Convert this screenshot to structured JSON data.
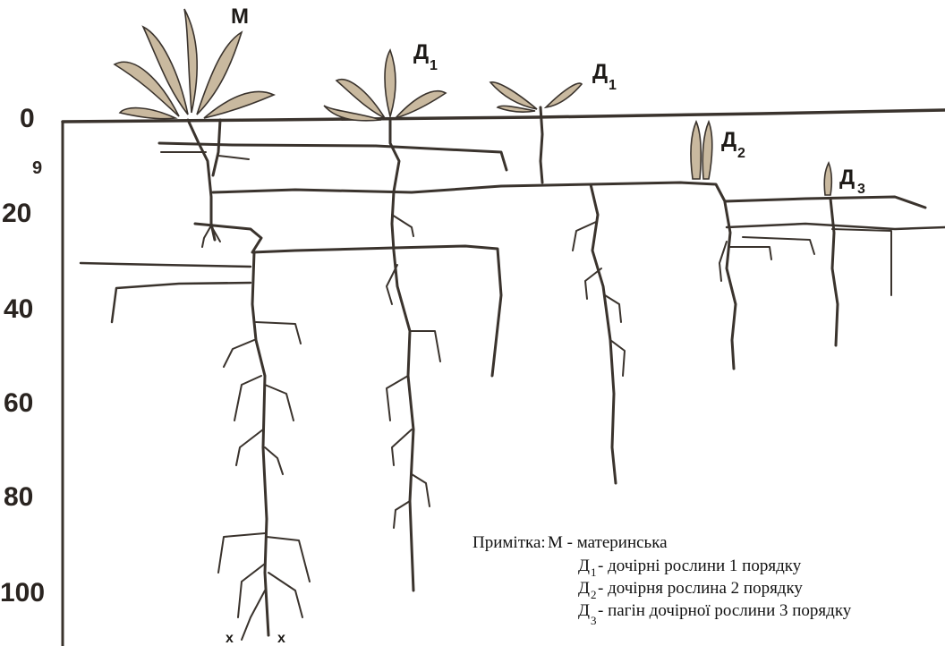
{
  "depth_ticks": [
    "0",
    "20",
    "40",
    "60",
    "80",
    "100"
  ],
  "stray_mark": "9",
  "plants": [
    {
      "label": "М",
      "sub": ""
    },
    {
      "label": "Д",
      "sub": "1"
    },
    {
      "label": "Д",
      "sub": "1"
    },
    {
      "label": "Д",
      "sub": "2"
    },
    {
      "label": "Д",
      "sub": "3"
    }
  ],
  "root_end_marks": [
    "x",
    "x"
  ],
  "note": {
    "heading": "Примітка:",
    "lines": [
      {
        "prefix": "",
        "sub": "",
        "text": "М - материнська"
      },
      {
        "prefix": "Д",
        "sub": "1",
        "text": "- дочірні рослини 1 порядку"
      },
      {
        "prefix": "Д",
        "sub": "2",
        "text": "- дочірня рослина 2 порядку"
      },
      {
        "prefix": "Д",
        "sub": "3",
        "text": "- пагін дочірної рослини 3 порядку"
      }
    ]
  },
  "colors": {
    "ink": "#3a332d",
    "leaf": "#c9b99f",
    "background": "#ffffff"
  }
}
